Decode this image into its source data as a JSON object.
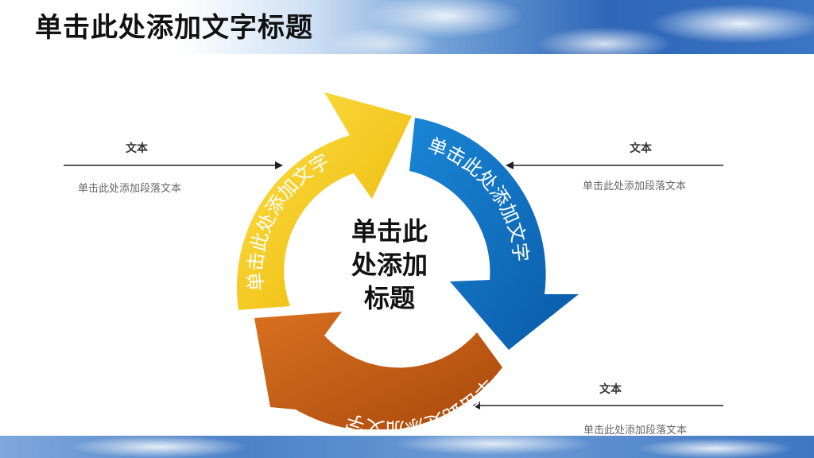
{
  "slide": {
    "title": "单击此处添加文字标题"
  },
  "cycle": {
    "center_title_lines": [
      "单击此",
      "处添加",
      "标题"
    ],
    "segments": [
      {
        "label": "单击此处添加文字",
        "color": "#f5c400"
      },
      {
        "label": "单击此处添加文字",
        "color": "#0b6fc4"
      },
      {
        "label": "单击此处添加文字",
        "color": "#c45a12"
      }
    ]
  },
  "callouts": [
    {
      "title": "文本",
      "text": "单击此处添加段落文本"
    },
    {
      "title": "文本",
      "text": "单击此处添加段落文本"
    },
    {
      "title": "文本",
      "text": "单击此处添加段落文本"
    }
  ]
}
